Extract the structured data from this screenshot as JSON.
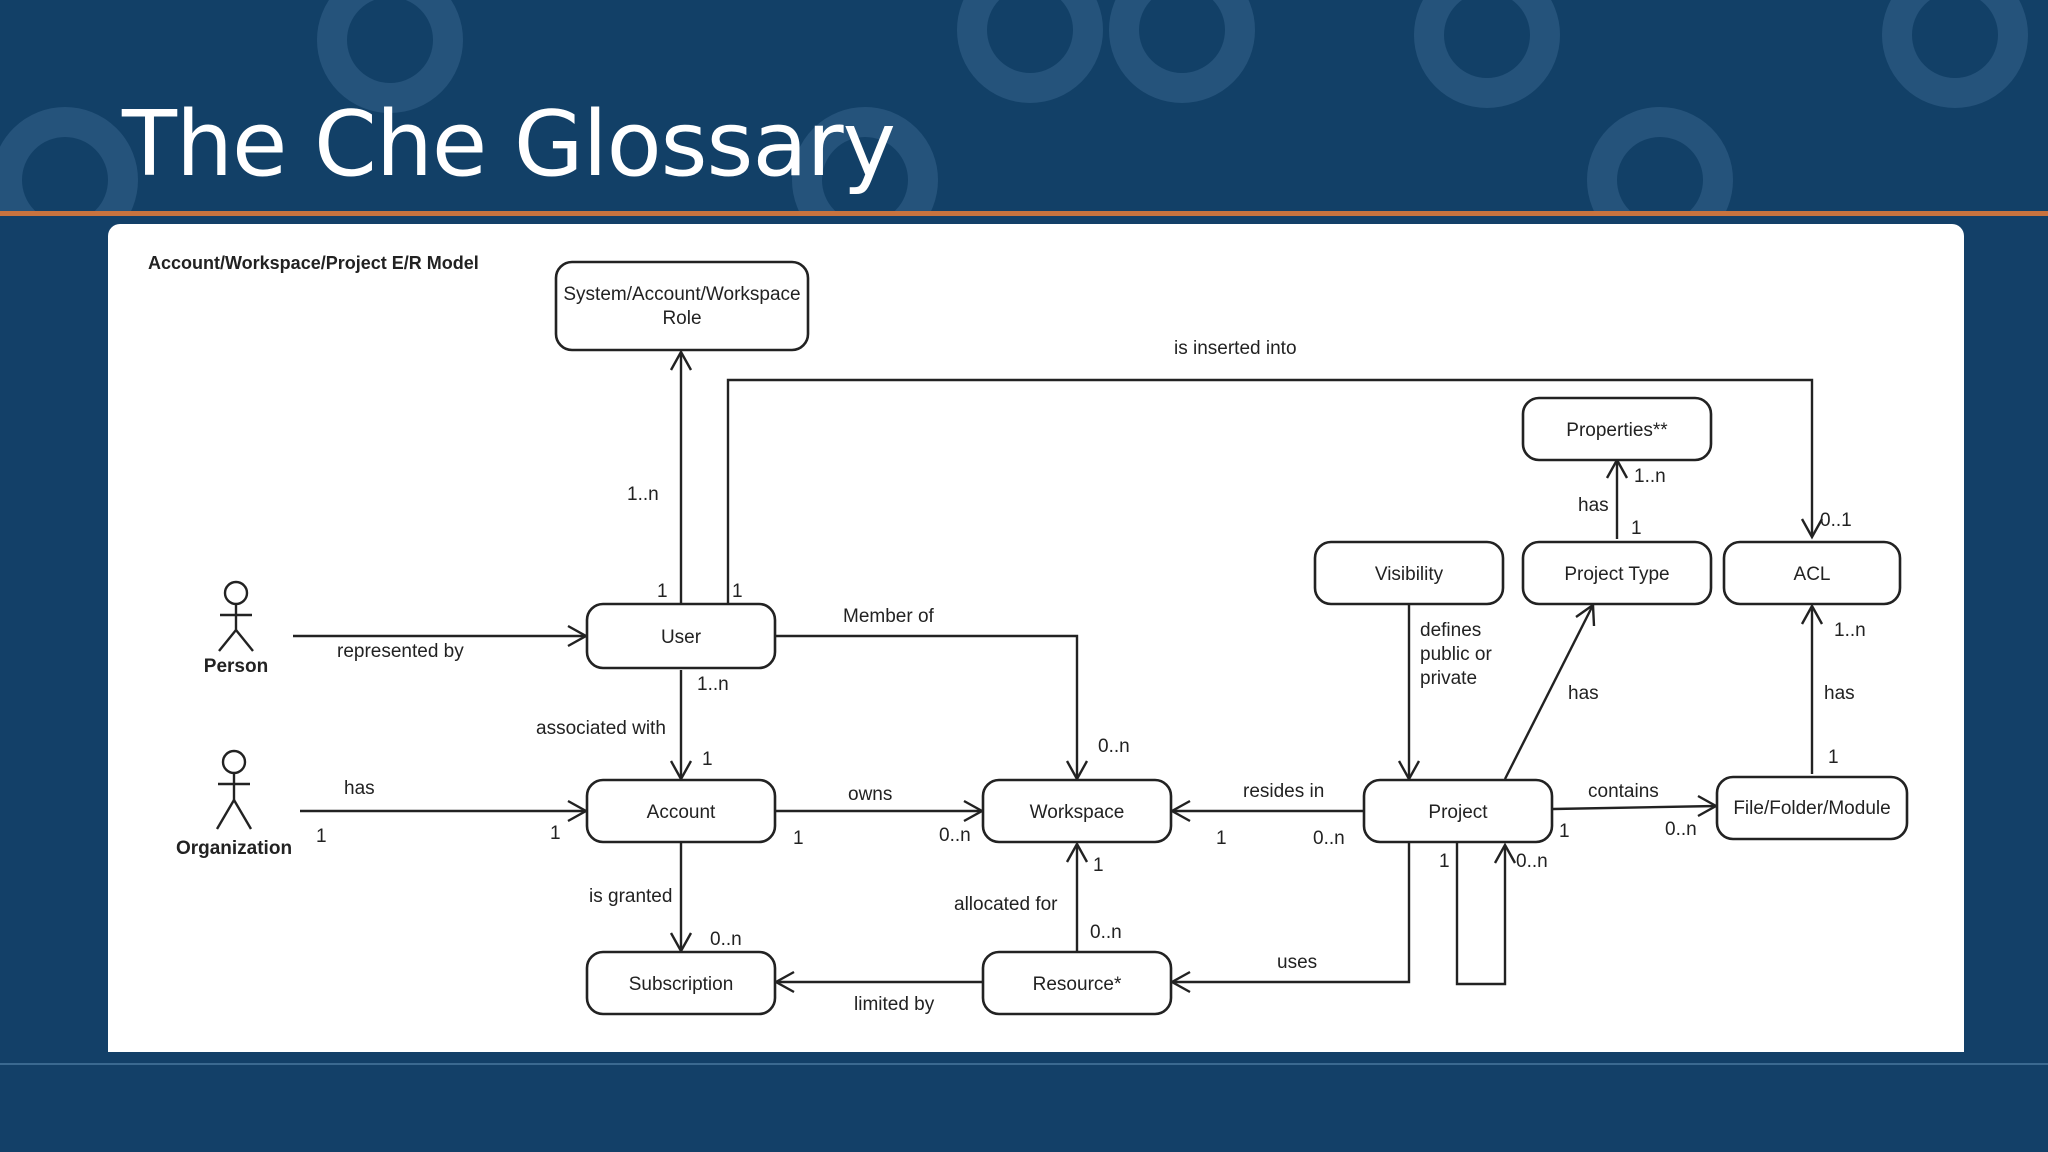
{
  "slide": {
    "title": "The Che Glossary"
  },
  "diagram": {
    "title": "Account/Workspace/Project E/R Model",
    "entities": {
      "role_line1": "System/Account/Workspace",
      "role_line2": "Role",
      "user": "User",
      "account": "Account",
      "subscription": "Subscription",
      "workspace": "Workspace",
      "resource": "Resource*",
      "project": "Project",
      "visibility": "Visibility",
      "project_type": "Project Type",
      "properties": "Properties**",
      "acl": "ACL",
      "file": "File/Folder/Module"
    },
    "actors": {
      "person": "Person",
      "organization": "Organization"
    },
    "relations": {
      "is_inserted_into": "is inserted into",
      "represented_by": "represented by",
      "member_of": "Member of",
      "associated_with": "associated with",
      "has_org": "has",
      "owns": "owns",
      "is_granted": "is granted",
      "allocated_for": "allocated for",
      "limited_by": "limited by",
      "resides_in": "resides in",
      "uses": "uses",
      "defines_1": "defines",
      "defines_2": "public or",
      "defines_3": "private",
      "has_type": "has",
      "has_props": "has",
      "contains": "contains",
      "has_acl": "has"
    },
    "cardinalities": {
      "role_user_top": "1..n",
      "user_role_1": "1",
      "user_acl_1": "1",
      "user_account_top": "1..n",
      "user_account_bottom": "1",
      "user_workspace": "0..n",
      "org_left": "1",
      "org_right": "1",
      "account_ws_left": "1",
      "account_ws_right": "0..n",
      "account_sub": "0..n",
      "resource_ws": "1",
      "resource_bottom": "0..n",
      "proj_ws_left": "1",
      "proj_ws_right": "0..n",
      "proj_self_1": "1",
      "proj_self_n": "0..n",
      "proj_file_left": "1",
      "proj_file_right": "0..n",
      "props_top": "1..n",
      "props_bottom": "1",
      "acl_top": "0..1",
      "acl_file_top": "1..n",
      "acl_file_bottom": "1"
    }
  }
}
